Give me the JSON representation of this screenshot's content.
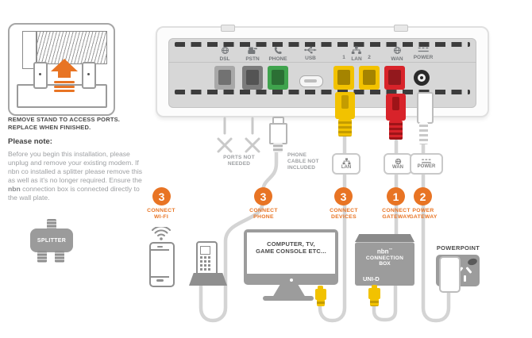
{
  "colors": {
    "orange": "#E87424",
    "yellow": "#F2C200",
    "red": "#D8232A",
    "green": "#3FA34D",
    "cable_grey": "#D4D4D4"
  },
  "left_panel": {
    "remove_stand_line1": "REMOVE STAND TO ACCESS PORTS.",
    "remove_stand_line2": "REPLACE WHEN FINISHED.",
    "note_title": "Please note:",
    "note_pre": "Before you begin this installation, please unplug and remove your existing modem. If nbn co installed a splitter please remove this as well as it's no longer required. Ensure the ",
    "note_bold": "nbn",
    "note_post": " connection box is connected directly to the wall plate.",
    "splitter_label": "SPLITTER"
  },
  "modem": {
    "port_labels": [
      "DSL",
      "PSTN",
      "PHONE",
      "USB",
      "1",
      "LAN",
      "2",
      "WAN",
      "POWER"
    ]
  },
  "callouts": {
    "ports_not_needed_line1": "PORTS NOT",
    "ports_not_needed_line2": "NEEDED",
    "phone_cable_line1": "PHONE",
    "phone_cable_line2": "CABLE NOT",
    "phone_cable_line3": "INCLUDED"
  },
  "cable_tags": [
    "LAN",
    "WAN",
    "POWER"
  ],
  "steps": [
    {
      "number": "3",
      "line1": "CONNECT",
      "line2": "WI-FI"
    },
    {
      "number": "3",
      "line1": "CONNECT",
      "line2": "PHONE"
    },
    {
      "number": "3",
      "line1": "CONNECT",
      "line2": "DEVICES"
    },
    {
      "number": "1",
      "line1": "CONNECT",
      "line2": "GATEWAY"
    },
    {
      "number": "2",
      "line1": "POWER",
      "line2": "GATEWAY"
    }
  ],
  "devices": {
    "monitor_line1": "COMPUTER, TV,",
    "monitor_line2": "GAME CONSOLE ETC...",
    "connection_box_brand": "nbn",
    "connection_box_tm": "™",
    "connection_box_line1": "CONNECTION",
    "connection_box_line2": "BOX",
    "connection_box_port": "UNI-D",
    "powerpoint_label": "POWERPOINT"
  }
}
